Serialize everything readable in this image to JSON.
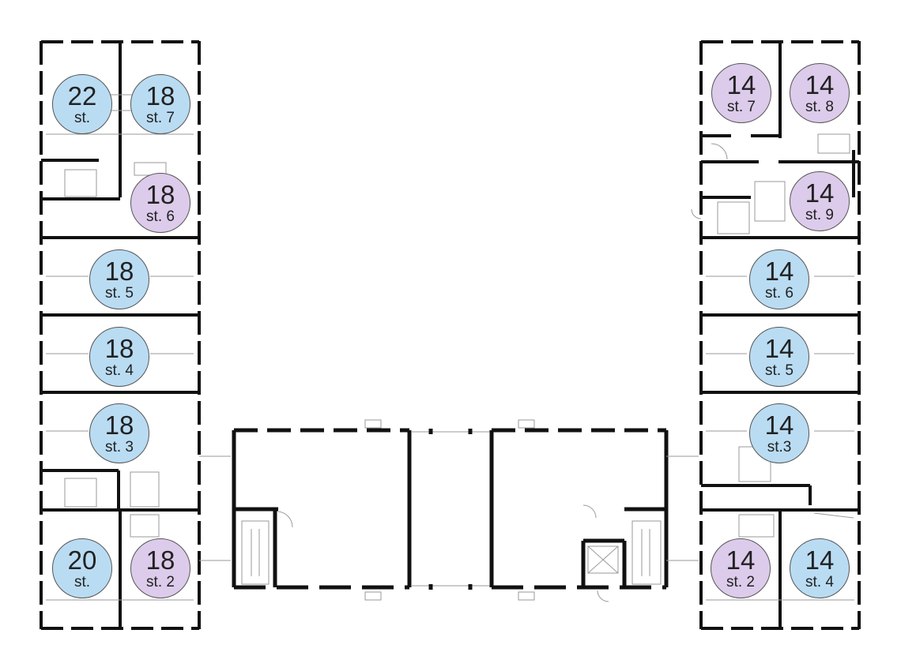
{
  "colors": {
    "blue": "#b9dcf3",
    "purple": "#dccbea",
    "wall": "#111111",
    "thin": "#9a9a9a"
  },
  "rooms": [
    {
      "number": "22",
      "label": "st.",
      "color": "blue"
    },
    {
      "number": "18",
      "label": "st. 7",
      "color": "blue"
    },
    {
      "number": "18",
      "label": "st. 6",
      "color": "purple"
    },
    {
      "number": "18",
      "label": "st. 5",
      "color": "blue"
    },
    {
      "number": "18",
      "label": "st. 4",
      "color": "blue"
    },
    {
      "number": "18",
      "label": "st. 3",
      "color": "blue"
    },
    {
      "number": "20",
      "label": "st.",
      "color": "blue"
    },
    {
      "number": "18",
      "label": "st. 2",
      "color": "purple"
    },
    {
      "number": "14",
      "label": "st. 7",
      "color": "purple"
    },
    {
      "number": "14",
      "label": "st. 8",
      "color": "purple"
    },
    {
      "number": "14",
      "label": "st. 9",
      "color": "purple"
    },
    {
      "number": "14",
      "label": "st. 6",
      "color": "blue"
    },
    {
      "number": "14",
      "label": "st. 5",
      "color": "blue"
    },
    {
      "number": "14",
      "label": "st.3",
      "color": "blue"
    },
    {
      "number": "14",
      "label": "st. 2",
      "color": "purple"
    },
    {
      "number": "14",
      "label": "st. 4",
      "color": "blue"
    }
  ]
}
